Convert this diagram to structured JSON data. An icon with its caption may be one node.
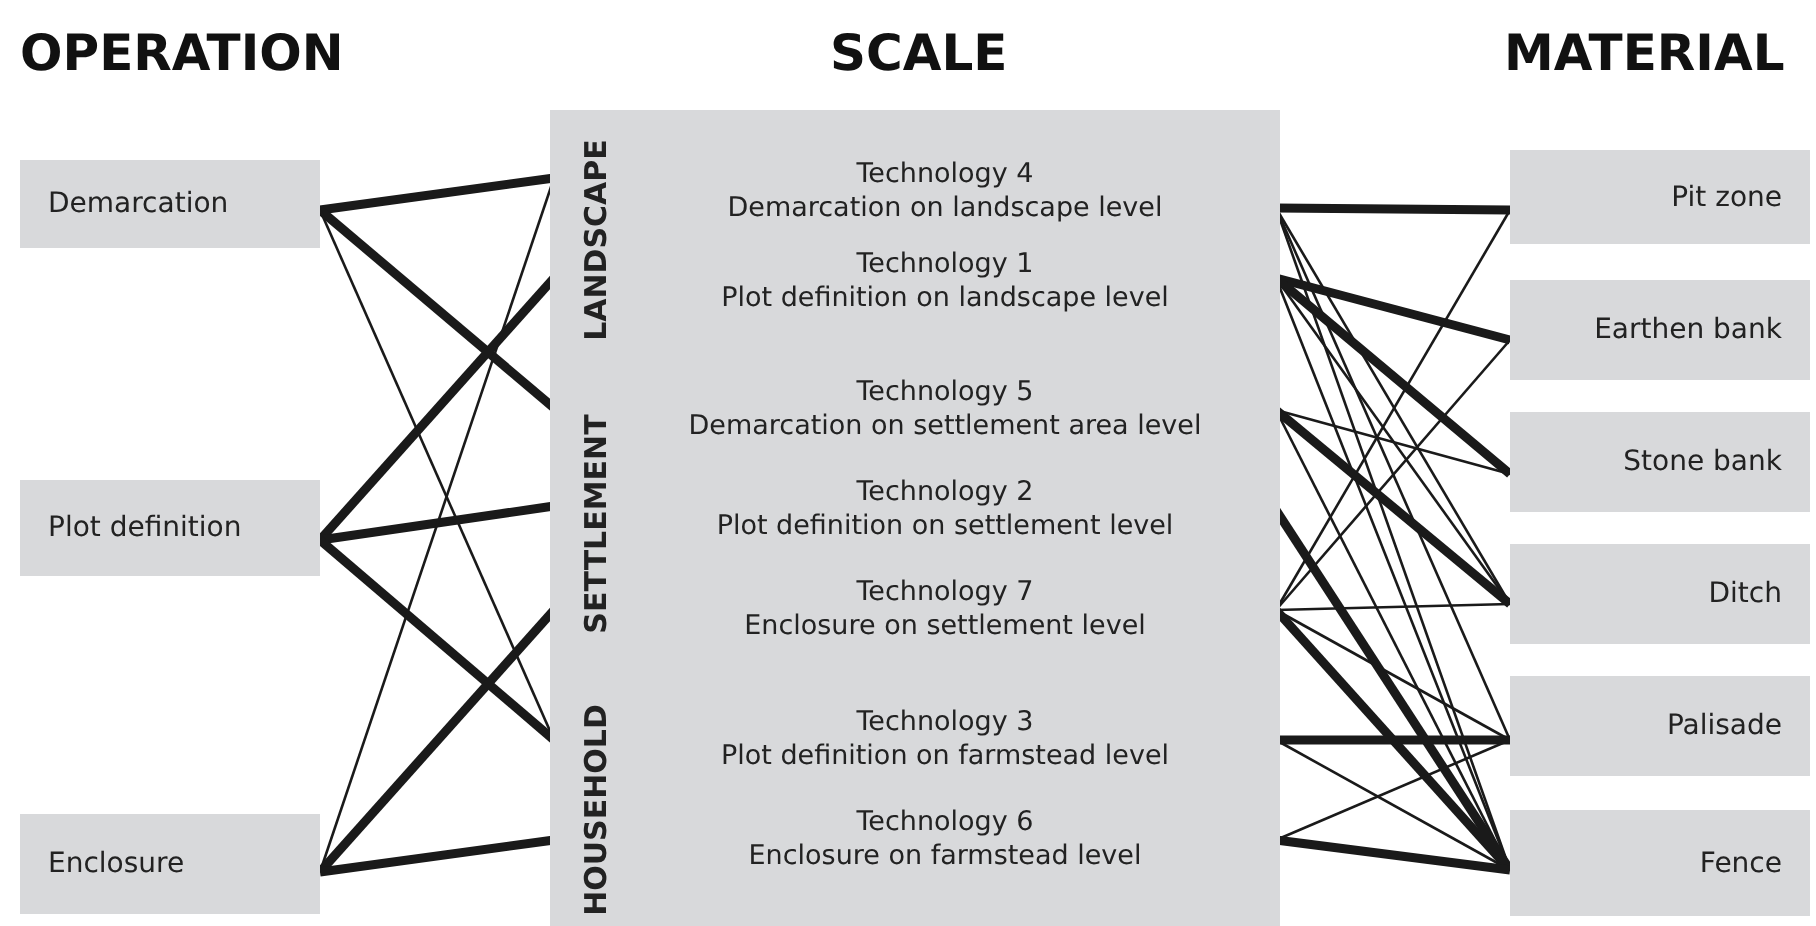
{
  "diagram": {
    "nodes": [
      {
        "text": [
          "Demarcation"
        ]
      },
      {
        "text": [
          "Plot definition"
        ]
      },
      {
        "text": [
          "Enclosure"
        ]
      },
      {
        "text": [],
        "shape": "box"
      },
      {
        "text": [
          "Technology 4",
          "Demarcation on landscape level"
        ],
        "in": 3
      },
      {
        "text": [
          "Technology 1",
          "Plot definition on landscape level"
        ],
        "in": 3
      },
      {
        "text": [
          "Technology 5",
          "Demarcation on settlement area level"
        ],
        "in": 3
      },
      {
        "text": [
          "Technology 2",
          "Plot definition on settlement level"
        ],
        "in": 3
      },
      {
        "text": [
          "Technology 7",
          "Enclosure on settlement level"
        ],
        "in": 3
      },
      {
        "text": [
          "Technology 3",
          "Plot definition on farmstead level"
        ],
        "in": 3
      },
      {
        "text": [
          "Technology 6",
          "Enclosure on farmstead level"
        ],
        "in": 3
      },
      {
        "text": [
          "Pit zone"
        ]
      },
      {
        "text": [
          "Earthen bank"
        ]
      },
      {
        "text": [
          "Stone bank"
        ]
      },
      {
        "text": [
          "Ditch"
        ]
      },
      {
        "text": [
          "Palisade"
        ]
      },
      {
        "text": [
          "Fence"
        ]
      }
    ],
    "edges": [
      {
        "from": 0,
        "to": 4,
        "arrow": "none",
        "style": "thick"
      },
      {
        "from": 0,
        "to": 6,
        "arrow": "none",
        "style": "thick"
      },
      {
        "from": 0,
        "to": 9,
        "arrow": "none"
      },
      {
        "from": 1,
        "to": 5,
        "arrow": "none",
        "style": "thick"
      },
      {
        "from": 1,
        "to": 7,
        "arrow": "none",
        "style": "thick"
      },
      {
        "from": 1,
        "to": 9,
        "arrow": "none",
        "style": "thick"
      },
      {
        "from": 2,
        "to": 4,
        "arrow": "none"
      },
      {
        "from": 2,
        "to": 8,
        "arrow": "none",
        "style": "thick"
      },
      {
        "from": 2,
        "to": 10,
        "arrow": "none",
        "style": "thick"
      },
      {
        "from": 4,
        "to": 11,
        "arrow": "none",
        "style": "thick"
      },
      {
        "from": 4,
        "to": 14,
        "arrow": "none"
      },
      {
        "from": 4,
        "to": 15,
        "arrow": "none"
      },
      {
        "from": 4,
        "to": 16,
        "arrow": "none"
      },
      {
        "from": 5,
        "to": 12,
        "arrow": "none",
        "style": "thick"
      },
      {
        "from": 5,
        "to": 13,
        "arrow": "none",
        "style": "thick"
      },
      {
        "from": 5,
        "to": 14,
        "arrow": "none"
      },
      {
        "from": 5,
        "to": 16,
        "arrow": "none"
      },
      {
        "from": 6,
        "to": 13,
        "arrow": "none"
      },
      {
        "from": 6,
        "to": 14,
        "arrow": "none",
        "style": "thick"
      },
      {
        "from": 6,
        "to": 16,
        "arrow": "none"
      },
      {
        "from": 7,
        "to": 16,
        "arrow": "none",
        "style": "thick"
      },
      {
        "from": 8,
        "to": 11,
        "arrow": "none"
      },
      {
        "from": 8,
        "to": 12,
        "arrow": "none"
      },
      {
        "from": 8,
        "to": 14,
        "arrow": "none"
      },
      {
        "from": 8,
        "to": 15,
        "arrow": "none"
      },
      {
        "from": 8,
        "to": 16,
        "arrow": "none",
        "style": "thick"
      },
      {
        "from": 9,
        "to": 15,
        "arrow": "none",
        "style": "thick"
      },
      {
        "from": 9,
        "to": 16,
        "arrow": "none"
      },
      {
        "from": 10,
        "to": 16,
        "arrow": "none",
        "style": "thick"
      },
      {
        "from": 10,
        "to": 15,
        "arrow": "none"
      }
    ],
    "labels": [
      "OPERATION",
      "SCALE",
      "MATERIAL",
      "LANDSCAPE",
      "SETTLEMENT",
      "HOUSEHOLD"
    ]
  }
}
